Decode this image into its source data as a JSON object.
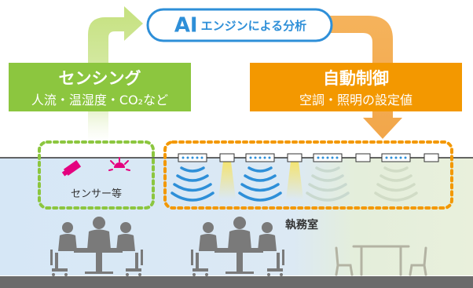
{
  "engine": {
    "ai": "AI",
    "label": "エンジンによる分析"
  },
  "sensing": {
    "title": "センシング",
    "subtitle": "人流・温湿度・CO₂など"
  },
  "control": {
    "title": "自動制御",
    "subtitle": "空調・照明の設定値"
  },
  "sensor_label": "センサー等",
  "room_label": "執務室",
  "colors": {
    "green": "#8cc63f",
    "orange": "#f39800",
    "blue": "#2e8fd8",
    "room_blue": "#dbe9f5",
    "room_green": "#e7f0d9",
    "floor": "#6b6b6b",
    "people": "#7a7a7a",
    "sensor": "#e4007f",
    "light_glow": "#f7e98a"
  },
  "icons": [
    "sensor-icon",
    "light-sensor-icon",
    "ac-unit-icon",
    "light-fixture-icon",
    "airflow-icon",
    "meeting-group-icon",
    "empty-table-icon"
  ]
}
